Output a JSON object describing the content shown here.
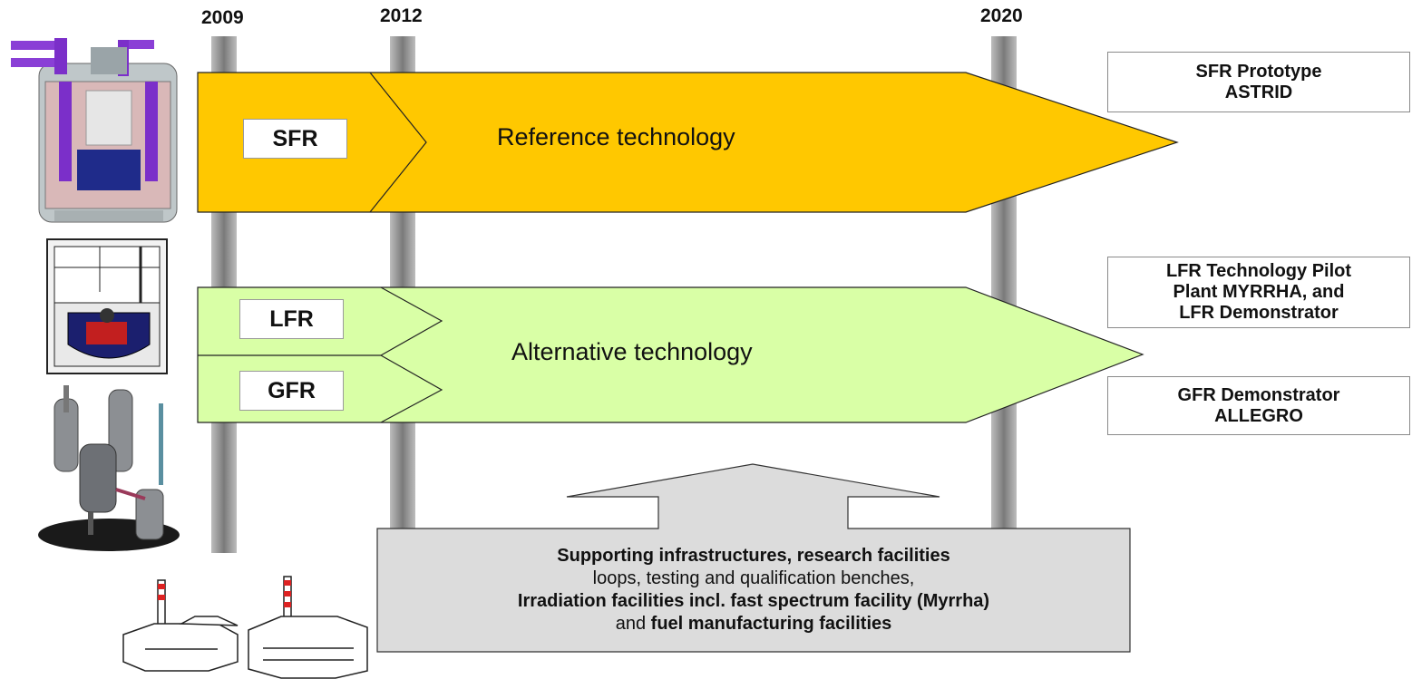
{
  "timeline": {
    "years": [
      "2009",
      "2012",
      "2020"
    ]
  },
  "tracks": {
    "sfr": {
      "tag": "SFR",
      "label": "Reference technology",
      "color": "#FFC800"
    },
    "alternative": {
      "label": "Alternative technology",
      "color": "#D9FFA6"
    },
    "lfr": {
      "tag": "LFR"
    },
    "gfr": {
      "tag": "GFR"
    }
  },
  "outcomes": {
    "sfr": {
      "line1": "SFR Prototype",
      "line2": "ASTRID"
    },
    "lfr": {
      "line1": "LFR Technology Pilot",
      "line2": "Plant MYRRHA, and",
      "line3": "LFR Demonstrator"
    },
    "gfr": {
      "line1": "GFR Demonstrator",
      "line2": "ALLEGRO"
    }
  },
  "support": {
    "line1": "Supporting infrastructures, research facilities",
    "line2": "loops, testing and qualification benches,",
    "line3": "Irradiation facilities incl. fast spectrum facility (Myrrha)",
    "line4_plain": "and ",
    "line4_bold": "fuel manufacturing facilities",
    "color": "#DCDCDC"
  }
}
